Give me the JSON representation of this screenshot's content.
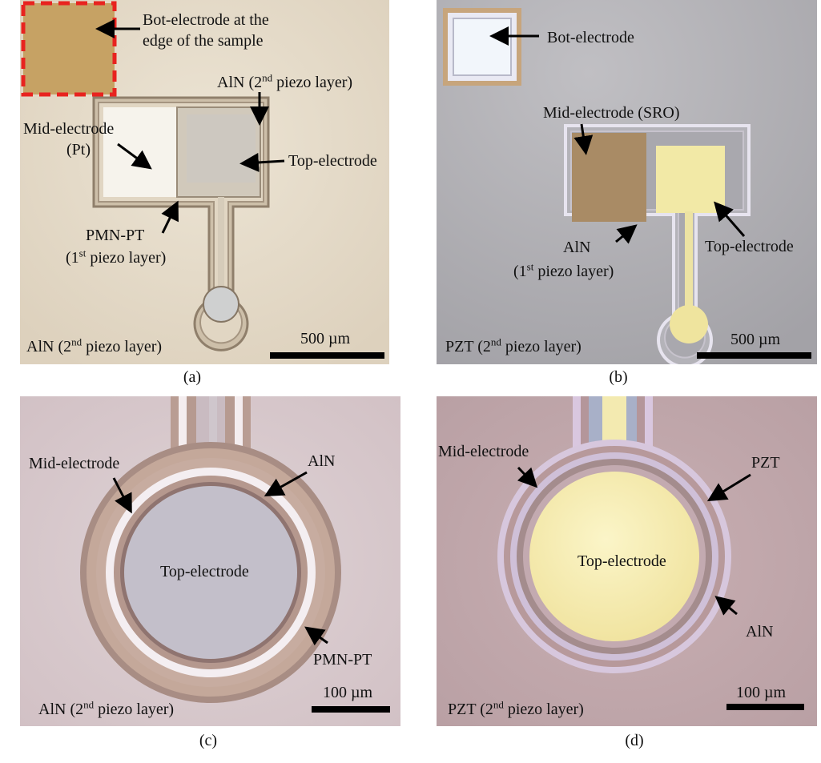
{
  "panels": {
    "a": {
      "caption": "(a)",
      "bot_electrode": "Bot-electrode at the",
      "bot_electrode_2": "edge of the sample",
      "aln_top": "AlN (2",
      "aln_top_sup": "nd",
      "aln_top_tail": " piezo layer)",
      "mid": "Mid-electrode",
      "mid_2": "(Pt)",
      "top": "Top-electrode",
      "pmn": "PMN-PT",
      "pmn_2a": "(1",
      "pmn_2_sup": "st",
      "pmn_2b": "  piezo layer)",
      "bottom_a": "AlN (2",
      "bottom_sup": "nd",
      "bottom_b": " piezo layer)",
      "scale": "500 µm"
    },
    "b": {
      "caption": "(b)",
      "bot": "Bot-electrode",
      "mid": "Mid-electrode (SRO)",
      "aln": "AlN",
      "aln_2a": "(1",
      "aln_2_sup": "st",
      "aln_2b": "  piezo layer)",
      "top": "Top-electrode",
      "bottom_a": "PZT (2",
      "bottom_sup": "nd",
      "bottom_b": " piezo layer)",
      "scale": "500 µm"
    },
    "c": {
      "caption": "(c)",
      "mid": "Mid-electrode",
      "aln": "AlN",
      "top": "Top-electrode",
      "pmn": "PMN-PT",
      "bottom_a": "AlN (2",
      "bottom_sup": "nd",
      "bottom_b": " piezo layer)",
      "scale": "100 µm"
    },
    "d": {
      "caption": "(d)",
      "mid": "Mid-electrode",
      "pzt": "PZT",
      "top": "Top-electrode",
      "aln": "AlN",
      "bottom_a": "PZT (2",
      "bottom_sup": "nd",
      "bottom_b": " piezo layer)",
      "scale": "100 µm"
    }
  },
  "colors": {
    "panel_a_bg": "#e6dccb",
    "panel_b_bg": "#a9a8ad",
    "panel_c_bg": "#d9c9cd",
    "panel_d_bg": "#c2a6ab",
    "gold_pad": "#c6a264",
    "highlight_dash": "#e8231f",
    "pmn_ring": "#b9a38e",
    "top_electrode_gold": "#f2e9a6"
  }
}
